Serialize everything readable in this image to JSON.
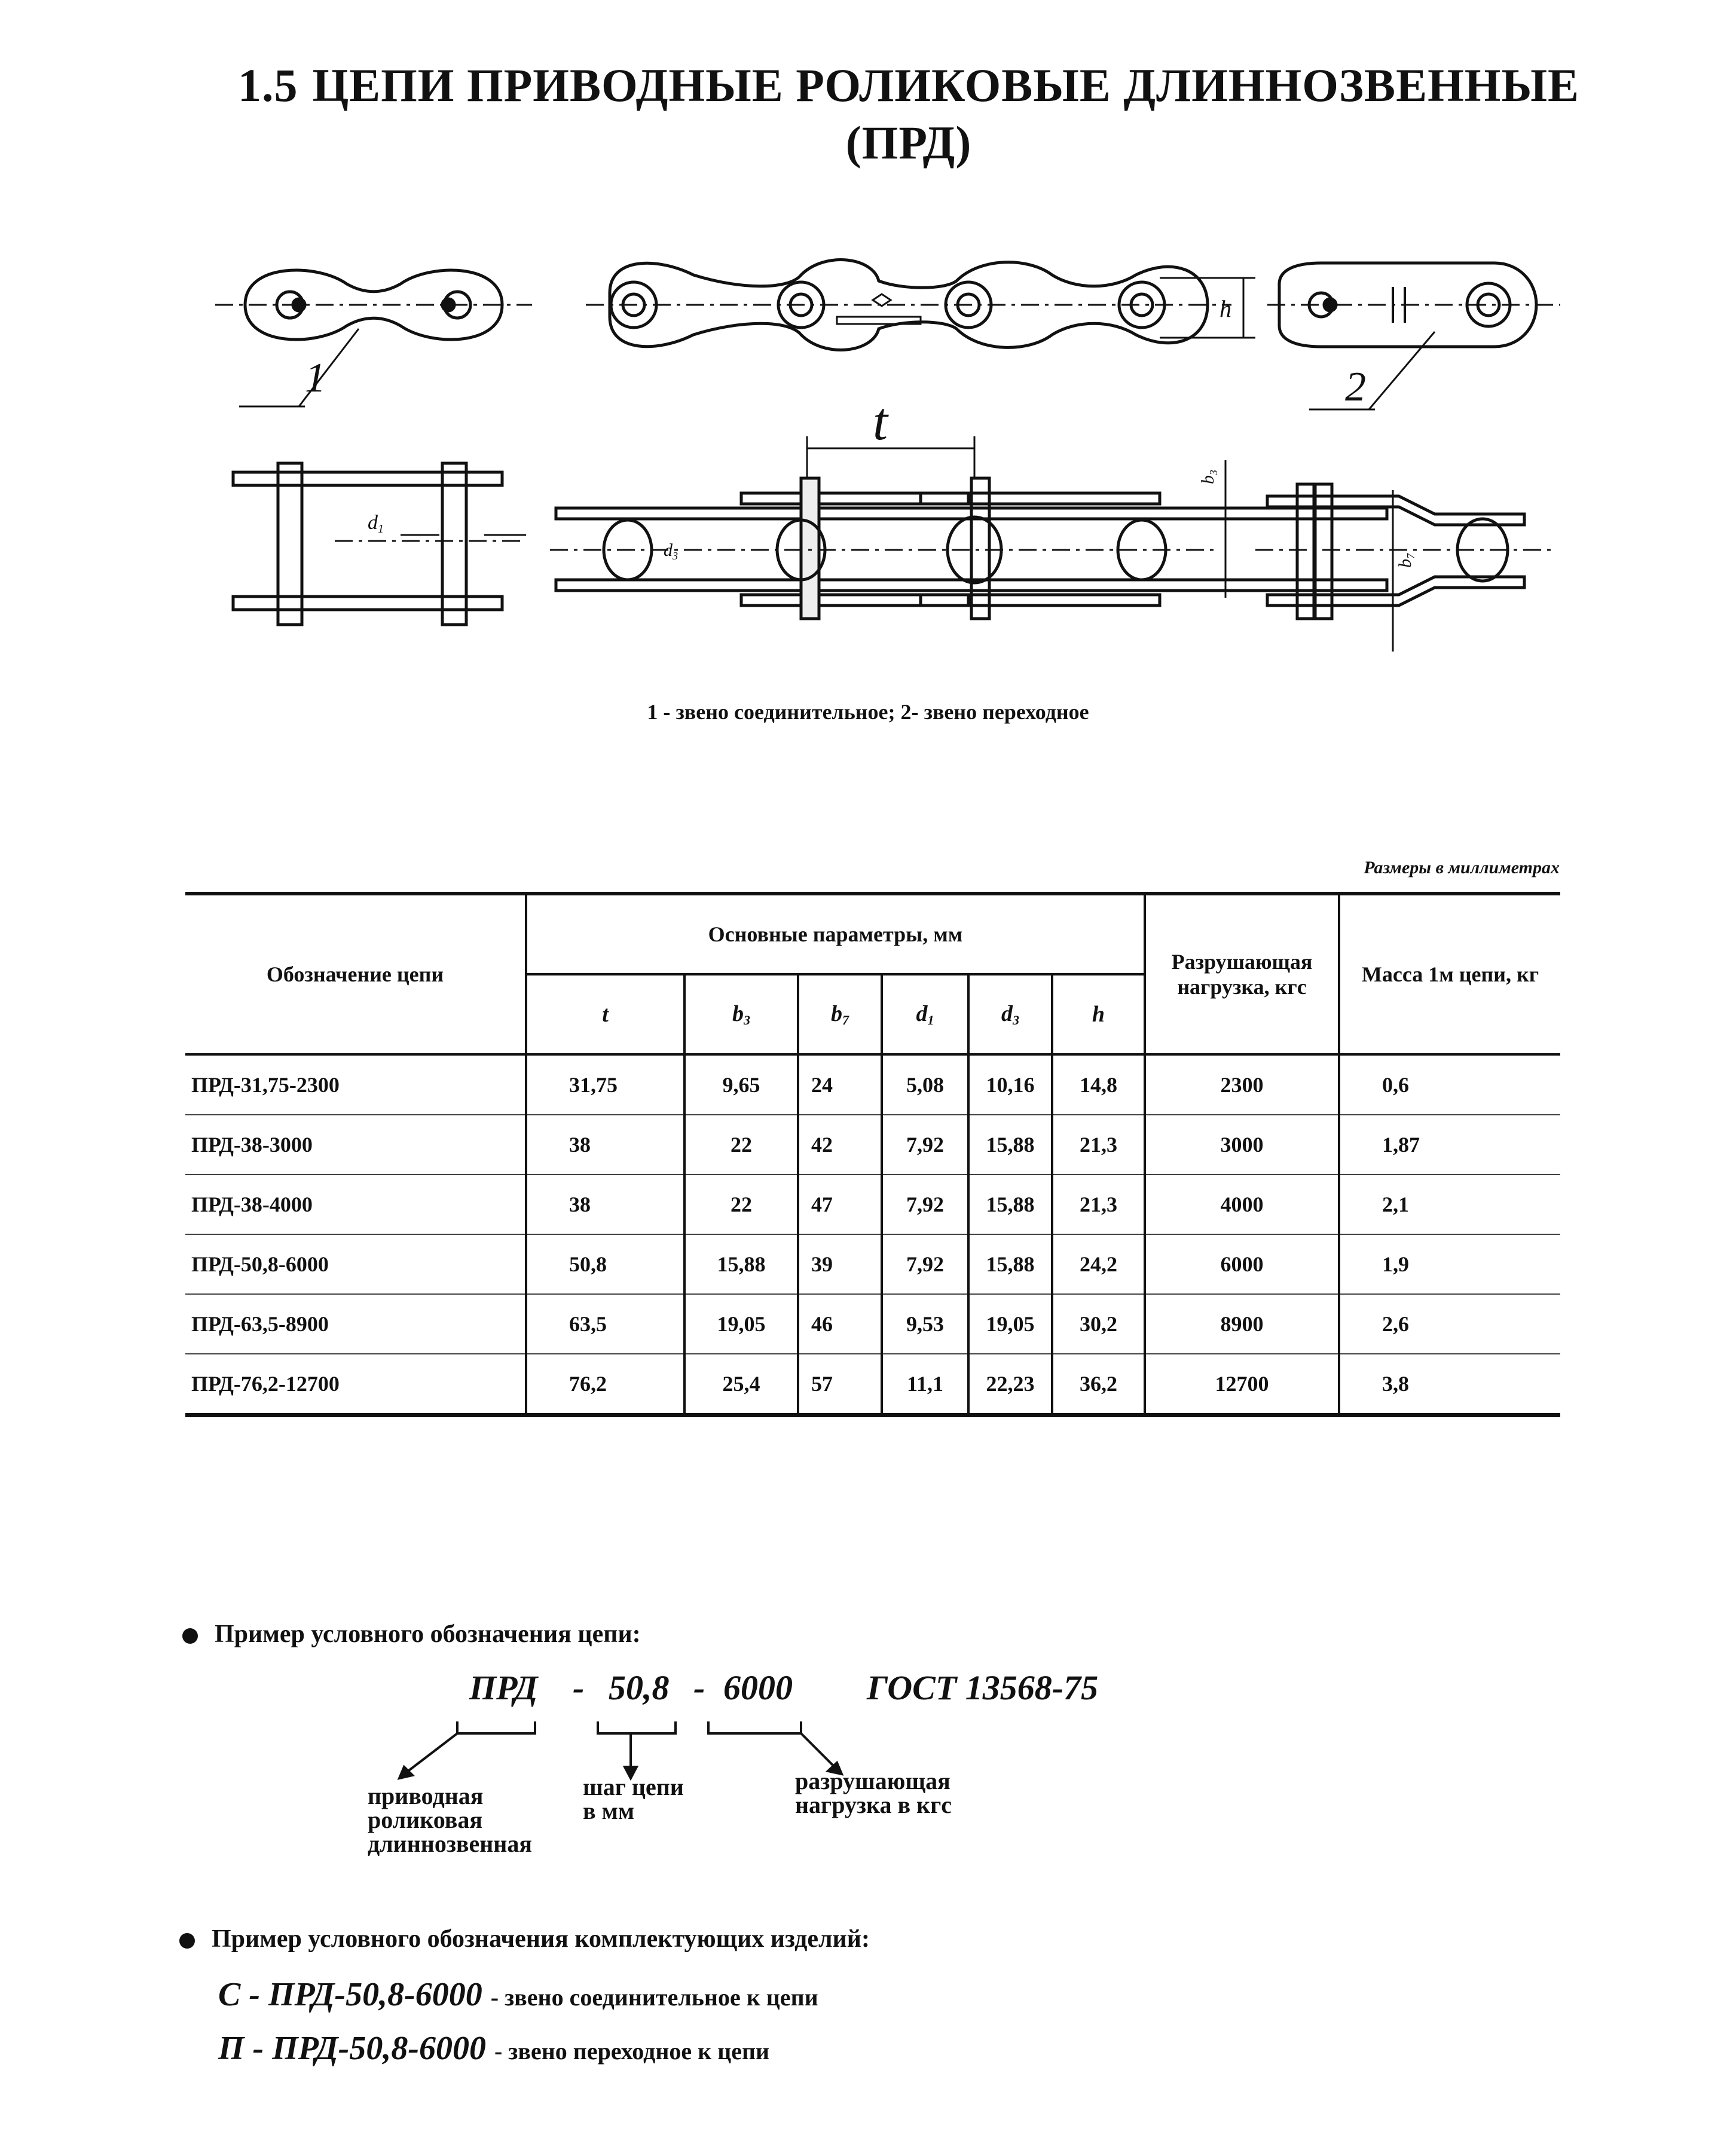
{
  "title": {
    "number": "1.5",
    "line1": "ЦЕПИ  ПРИВОДНЫЕ РОЛИКОВЫЕ ДЛИННОЗВЕННЫЕ",
    "line2": "(ПРД)"
  },
  "figure": {
    "labels": {
      "link1": "1",
      "link2": "2",
      "t": "t",
      "h": "h",
      "d1": "d",
      "d1_sub": "1",
      "d3": "d",
      "d3_sub": "3",
      "b3": "b",
      "b3_sub": "3",
      "b7": "b",
      "b7_sub": "7"
    },
    "caption": "1 - звено соединительное; 2- звено переходное"
  },
  "units_note": "Размеры в миллиметрах",
  "table": {
    "col_name": "Обозначение цепи",
    "group_header": "Основные параметры, мм",
    "col_load": "Разрушающая нагрузка, кгс",
    "col_mass": "Масса 1м цепи, кг",
    "params": [
      {
        "sym": "t",
        "sub": ""
      },
      {
        "sym": "b",
        "sub": "3"
      },
      {
        "sym": "b",
        "sub": "7"
      },
      {
        "sym": "d",
        "sub": "1"
      },
      {
        "sym": "d",
        "sub": "3"
      },
      {
        "sym": "h",
        "sub": ""
      }
    ],
    "rows": [
      {
        "name": "ПРД-31,75-2300",
        "t": "31,75",
        "b3": "9,65",
        "b7": "24",
        "d1": "5,08",
        "d3": "10,16",
        "h": "14,8",
        "load": "2300",
        "mass": "0,6"
      },
      {
        "name": "ПРД-38-3000",
        "t": "38",
        "b3": "22",
        "b7": "42",
        "d1": "7,92",
        "d3": "15,88",
        "h": "21,3",
        "load": "3000",
        "mass": "1,87"
      },
      {
        "name": "ПРД-38-4000",
        "t": "38",
        "b3": "22",
        "b7": "47",
        "d1": "7,92",
        "d3": "15,88",
        "h": "21,3",
        "load": "4000",
        "mass": "2,1"
      },
      {
        "name": "ПРД-50,8-6000",
        "t": "50,8",
        "b3": "15,88",
        "b7": "39",
        "d1": "7,92",
        "d3": "15,88",
        "h": "24,2",
        "load": "6000",
        "mass": "1,9"
      },
      {
        "name": "ПРД-63,5-8900",
        "t": "63,5",
        "b3": "19,05",
        "b7": "46",
        "d1": "9,53",
        "d3": "19,05",
        "h": "30,2",
        "load": "8900",
        "mass": "2,6"
      },
      {
        "name": "ПРД-76,2-12700",
        "t": "76,2",
        "b3": "25,4",
        "b7": "57",
        "d1": "11,1",
        "d3": "22,23",
        "h": "36,2",
        "load": "12700",
        "mass": "3,8"
      }
    ]
  },
  "example1": {
    "heading": "Пример  условного обозначения цепи:",
    "code": {
      "p1": "ПРД",
      "dash1": "-",
      "p2": "50,8",
      "dash2": "-",
      "p3": "6000",
      "gost": "ГОСТ  13568-75"
    },
    "explain1": [
      "приводная",
      "роликовая",
      "длиннозвенная"
    ],
    "explain2": [
      "шаг цепи",
      "в мм"
    ],
    "explain3": [
      "разрушающая",
      "нагрузка  в кгс"
    ]
  },
  "example2": {
    "heading": "Пример  условного обозначения комплектующих изделий:",
    "items": [
      {
        "code": "С - ПРД-50,8-6000",
        "desc": "- звено соединительное к цепи"
      },
      {
        "code": "П - ПРД-50,8-6000",
        "desc": "- звено переходное к цепи"
      }
    ]
  }
}
